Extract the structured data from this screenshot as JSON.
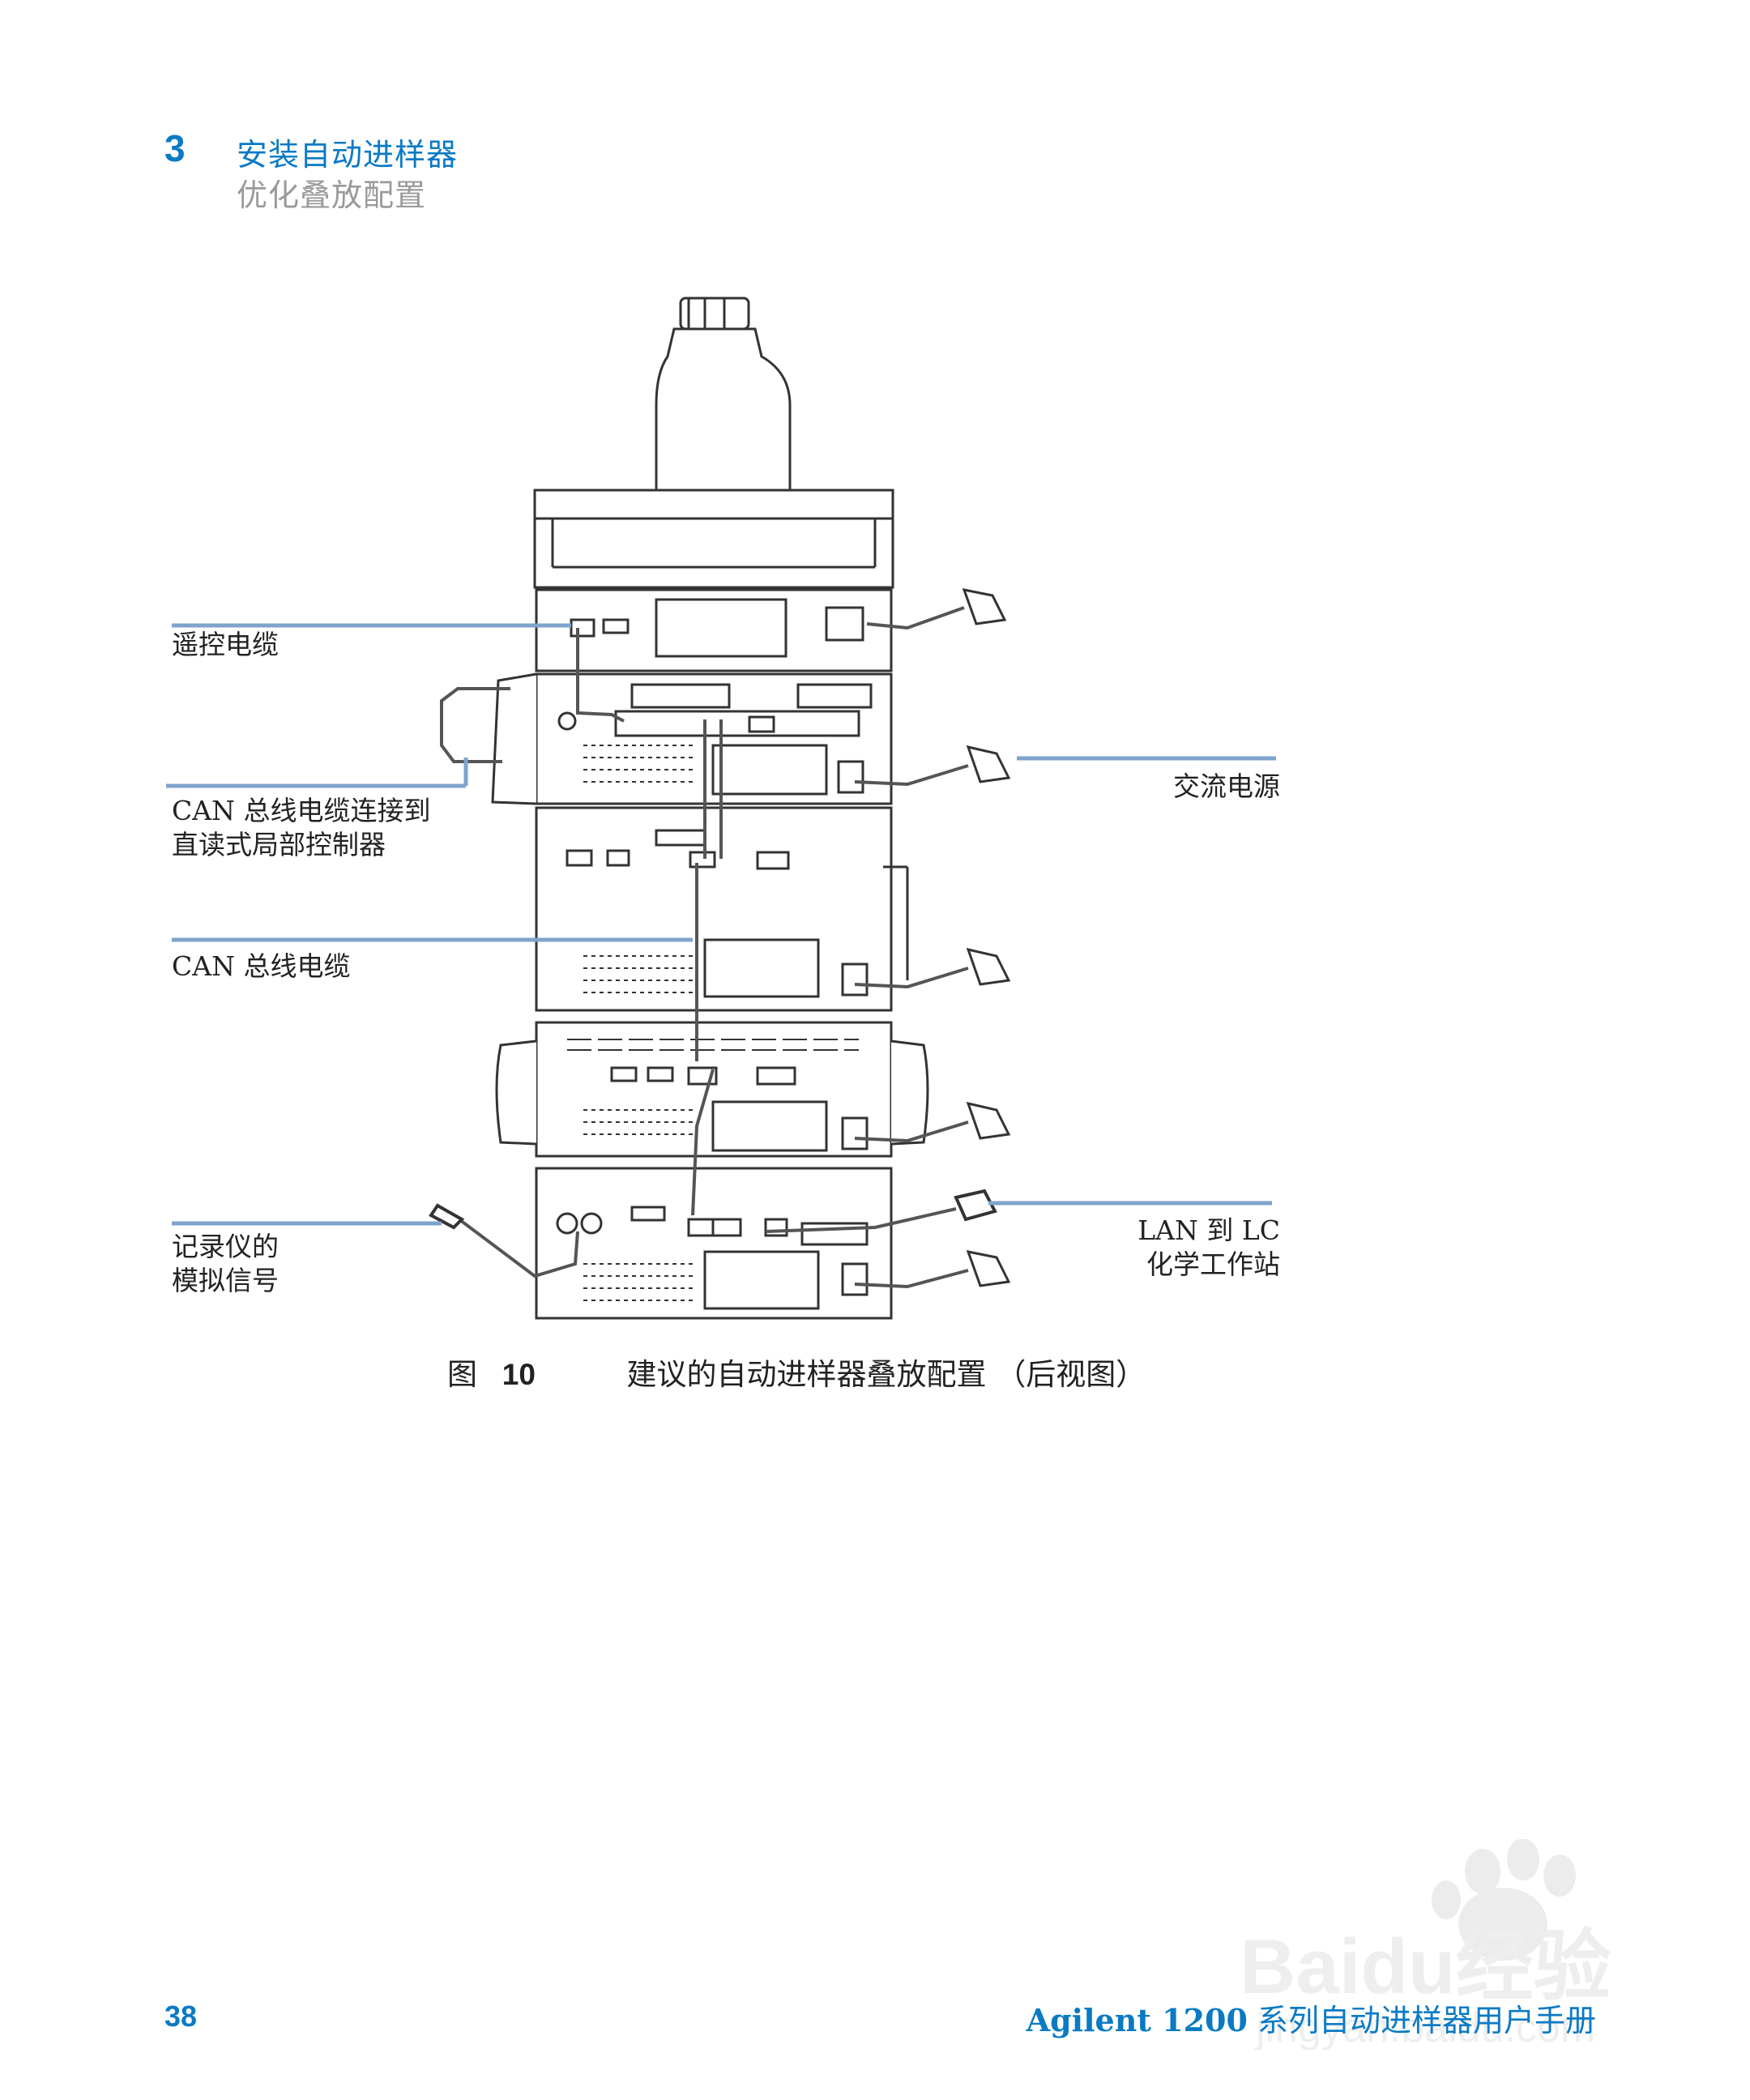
{
  "header": {
    "chapter_number": "3",
    "chapter_title": "安装自动进样器",
    "section_title": "优化叠放配置"
  },
  "figure": {
    "callouts": {
      "remote_cable": "遥控电缆",
      "can_to_controller_line1": "CAN 总线电缆连接到",
      "can_to_controller_line2": "直读式局部控制器",
      "can_bus_cable": "CAN 总线电缆",
      "recorder_line1": "记录仪的",
      "recorder_line2": "模拟信号",
      "ac_power": "交流电源",
      "lan_line1": "LAN 到 LC",
      "lan_line2": "化学工作站"
    },
    "caption": {
      "label": "图",
      "number": "10",
      "text": "建议的自动进样器叠放配置 （后视图）"
    }
  },
  "footer": {
    "page_number": "38",
    "brand": "Agilent 1200",
    "title": " 系列自动进样器用户手册"
  },
  "watermark": {
    "text": "Baidu经验",
    "url": "jingyan.baidu.com"
  },
  "colors": {
    "accent": "#0a7ac4",
    "callout_line": "#7fa3cc"
  }
}
